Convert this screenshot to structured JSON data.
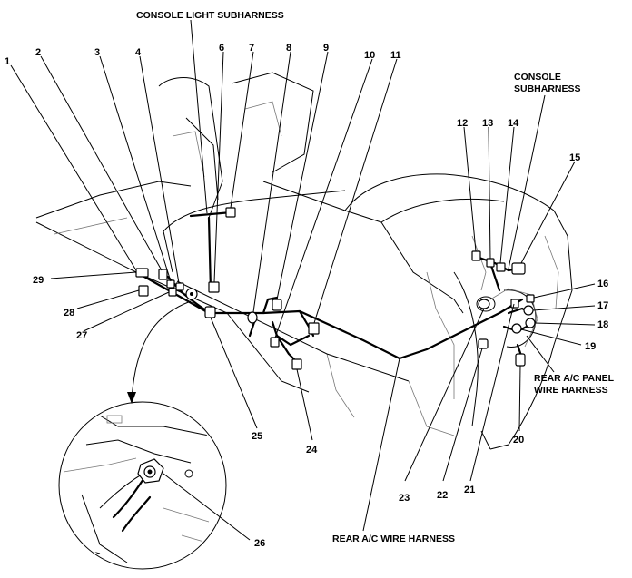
{
  "labels": {
    "console_light_subharness": "CONSOLE LIGHT SUBHARNESS",
    "console_subharness_line1": "CONSOLE",
    "console_subharness_line2": "SUBHARNESS",
    "rear_ac_panel_line1": "REAR A/C PANEL",
    "rear_ac_panel_line2": "WIRE HARNESS",
    "rear_ac_wire_harness": "REAR A/C WIRE HARNESS"
  },
  "callouts": [
    "1",
    "2",
    "3",
    "4",
    "6",
    "7",
    "8",
    "9",
    "10",
    "11",
    "12",
    "13",
    "14",
    "15",
    "16",
    "17",
    "18",
    "19",
    "20",
    "21",
    "22",
    "23",
    "24",
    "25",
    "26",
    "27",
    "28",
    "29"
  ]
}
